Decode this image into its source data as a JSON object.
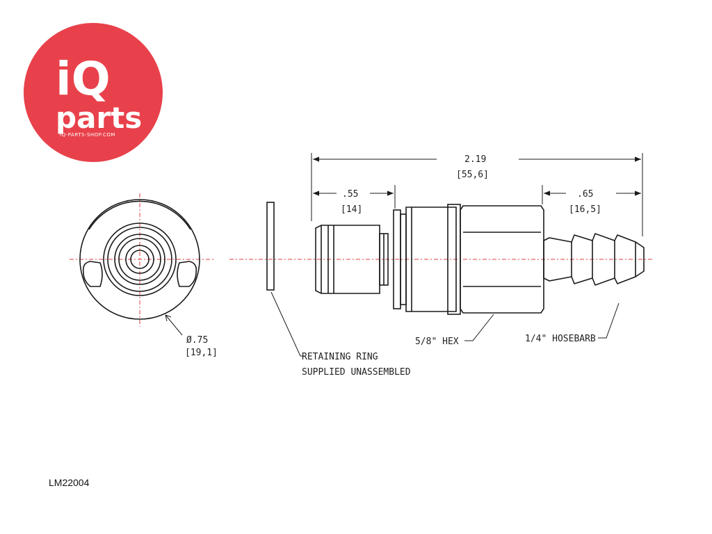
{
  "logo": {
    "brand_top": "iQ",
    "brand_bottom": "parts",
    "tagline": "IQ-PARTS-SHOP.COM",
    "circle_color": "#e8414b"
  },
  "dimensions": {
    "overall_in": "2.19",
    "overall_mm": "[55,6]",
    "insert_in": ".55",
    "insert_mm": "[14]",
    "barb_in": ".65",
    "barb_mm": "[16,5]",
    "diameter_in": "Ø.75",
    "diameter_mm": "[19,1]"
  },
  "callouts": {
    "hex": "5/8\" HEX",
    "hosebarb": "1/4\" HOSEBARB",
    "ring_line1": "RETAINING RING",
    "ring_line2": "SUPPLIED UNASSEMBLED"
  },
  "part_number": "LM22004",
  "colors": {
    "centerline": "#e23b3b",
    "linework": "#1a1a1a"
  }
}
